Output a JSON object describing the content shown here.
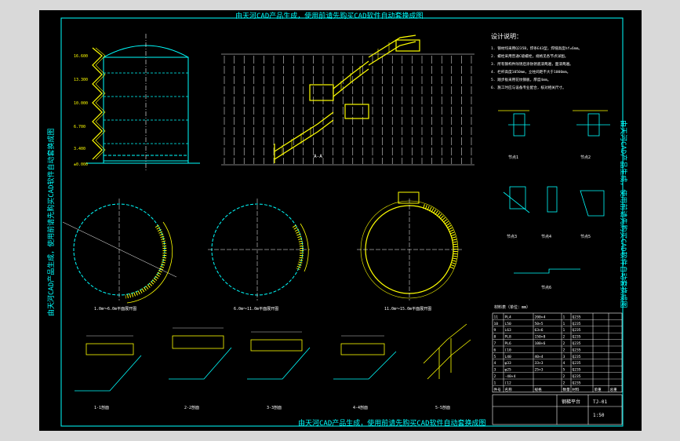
{
  "colors": {
    "canvas": "#000000",
    "frame": "#00ffff",
    "structure": "#00ffff",
    "rail": "#ffff00",
    "dim": "#ffffff",
    "level_label": "#ffff00",
    "watermark": "#00ffff"
  },
  "watermark": {
    "top": "由天河CAD产品生成，使用前请先购买CAD软件自动套换成图",
    "bottom": "由天河CAD产品生成，使用前请先购买CAD软件自动套换成图",
    "left": "由天河CAD产品生成，使用前请先购买CAD软件自动套换成图",
    "right": "由天河CAD产品生成，使用前请先购买CAD软件自动套换成图"
  },
  "notes": {
    "heading": "设计说明：",
    "lines": [
      "1. 钢材均采用Q235B，焊条E43型，焊缝高度hf=6mm。",
      "2. 螺栓采用普通C级螺栓，规格见各节点详图。",
      "3. 所有钢构件除锈后涂防锈底漆两遍，面漆两遍。",
      "4. 栏杆高度1050mm，立柱间距不大于1000mm。",
      "5. 踏步板采用花纹钢板，厚度4mm。",
      "6. 施工时应与设备专业配合，核对相关尺寸。"
    ]
  },
  "view_titles": {
    "plan1": "1.0m～6.0m平面展开图",
    "plan2": "6.0m～11.0m平面展开图",
    "plan3": "11.0m～15.0m平面展开图",
    "stair_elev": "A-A",
    "d1": "节点1",
    "d2": "节点2",
    "d3": "节点3",
    "d4": "节点4",
    "d5": "节点5",
    "d6": "节点6",
    "sec1": "1-1剖面",
    "sec2": "2-2剖面",
    "sec3": "3-3剖面",
    "sec4": "4-4剖面",
    "sec5": "5-5剖面"
  },
  "elevation_levels": [
    "16.600",
    "13.300",
    "10.000",
    "6.700",
    "3.400",
    "±0.000"
  ],
  "material_table": {
    "title": "材料表（单位：mm）",
    "rows": [
      [
        "11",
        "PL4",
        "200×4",
        "1",
        "Q235",
        "",
        ""
      ],
      [
        "10",
        "L50",
        "50×5",
        "1",
        "Q235",
        "",
        ""
      ],
      [
        "9",
        "L63",
        "63×6",
        "1",
        "Q235",
        "",
        ""
      ],
      [
        "8",
        "PL8",
        "150×8",
        "2",
        "Q235",
        "",
        ""
      ],
      [
        "7",
        "PL6",
        "100×6",
        "2",
        "Q235",
        "",
        ""
      ],
      [
        "6",
        "[10",
        "",
        "2",
        "Q235",
        "",
        ""
      ],
      [
        "5",
        "L40",
        "40×4",
        "3",
        "Q235",
        "",
        ""
      ],
      [
        "4",
        "φ33",
        "33×3",
        "4",
        "Q235",
        "",
        ""
      ],
      [
        "3",
        "φ25",
        "25×3",
        "5",
        "Q235",
        "",
        ""
      ],
      [
        "2",
        "-40×4",
        "",
        "2",
        "Q235",
        "",
        ""
      ],
      [
        "1",
        "[12",
        "",
        "2",
        "Q235",
        "",
        ""
      ]
    ],
    "header": [
      "件号",
      "名称",
      "规格",
      "数量",
      "材料",
      "单重",
      "总重"
    ]
  },
  "title_block": {
    "drawing_title": "钢梯平台",
    "drawing_no": "TJ-01",
    "scale": "1:50"
  }
}
